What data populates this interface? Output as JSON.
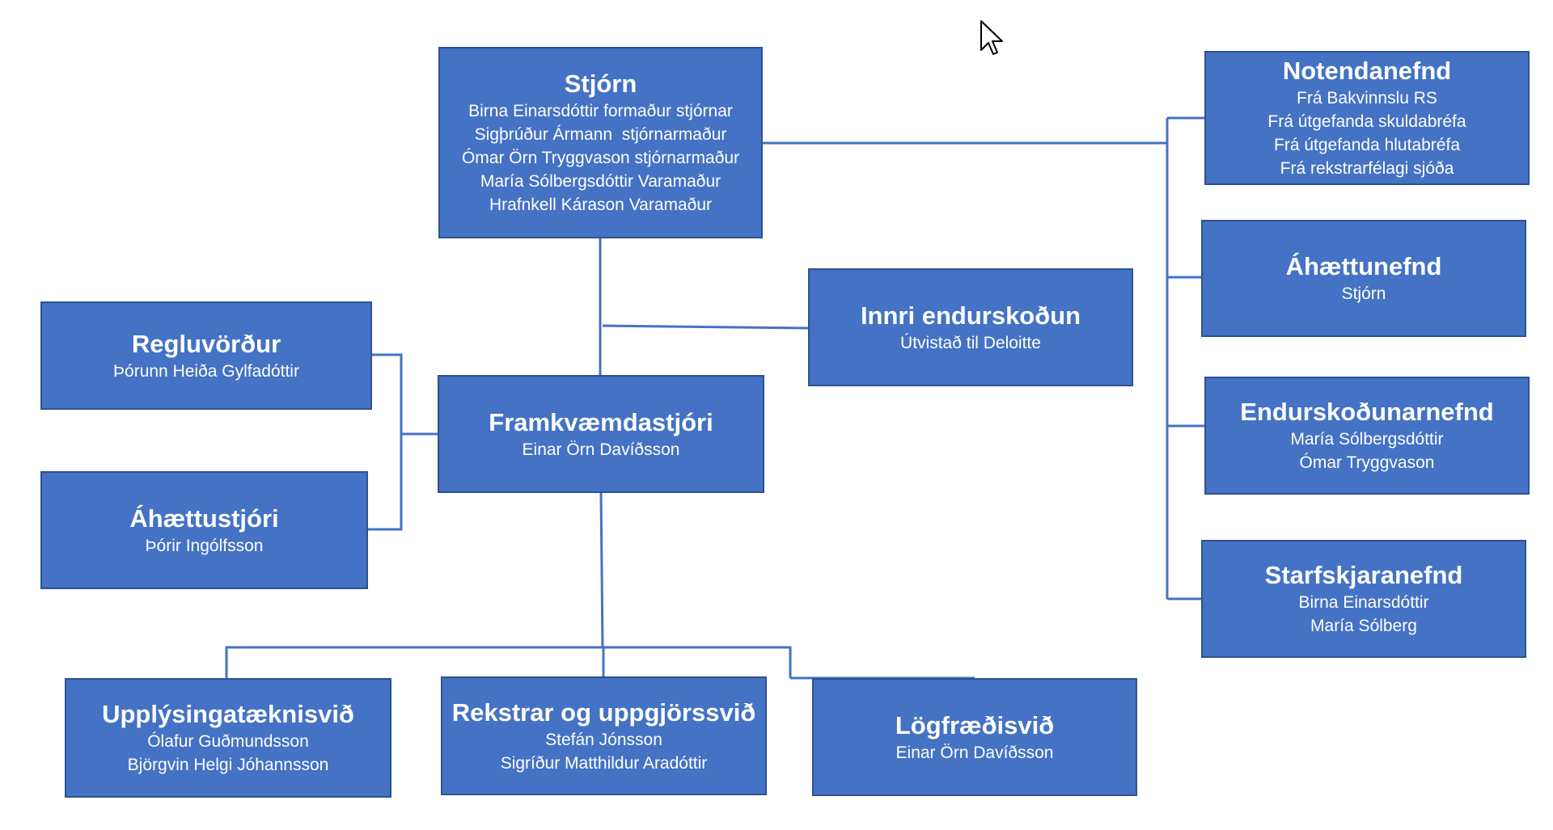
{
  "colors": {
    "box_fill": "#4472c4",
    "box_border": "#2f528f",
    "connector": "#4472c4",
    "text": "#ffffff"
  },
  "nodes": {
    "stjorn": {
      "title": "Stjórn",
      "lines": [
        "Birna Einarsdóttir formaður stjórnar",
        "Sigþrúður Ármann  stjórnarmaður",
        "Ómar Örn Tryggvason stjórnarmaður",
        "María Sólbergsdóttir Varamaður",
        "Hrafnkell Kárason Varamaður"
      ]
    },
    "notendanefnd": {
      "title": "Notendanefnd",
      "lines": [
        "Frá Bakvinnslu RS",
        "Frá útgefanda skuldabréfa",
        "Frá útgefanda hlutabréfa",
        "Frá rekstrarfélagi sjóða"
      ]
    },
    "ahaettunefnd": {
      "title": "Áhættunefnd",
      "lines": [
        "Stjórn"
      ]
    },
    "endurskodunarnefnd": {
      "title": "Endurskoðunarnefnd",
      "lines": [
        "María Sólbergsdóttir",
        "Ómar Tryggvason"
      ]
    },
    "starfskjaranefnd": {
      "title": "Starfskjaranefnd",
      "lines": [
        "Birna Einarsdóttir",
        "María Sólberg"
      ]
    },
    "innri": {
      "title": "Innri endurskoðun",
      "lines": [
        "Útvistað til Deloitte"
      ]
    },
    "reglu": {
      "title": "Regluvörður",
      "lines": [
        "Þórunn Heiða Gylfadóttir"
      ]
    },
    "framkvaemda": {
      "title": "Framkvæmdastjóri",
      "lines": [
        "Einar Örn Davíðsson"
      ]
    },
    "ahaettustjori": {
      "title": "Áhættustjóri",
      "lines": [
        "Þórir Ingólfsson"
      ]
    },
    "upplysinga": {
      "title": "Upplýsingatæknisvið",
      "lines": [
        "Ólafur Guðmundsson",
        "Björgvin Helgi Jóhannsson"
      ]
    },
    "rekstrar": {
      "title": "Rekstrar og uppgjörssvið",
      "lines": [
        "Stefán Jónsson",
        "Sigríður Matthildur Aradóttir"
      ]
    },
    "logfraedi": {
      "title": "Lögfræðisvið",
      "lines": [
        "Einar Örn Davíðsson"
      ]
    }
  },
  "icons": {
    "cursor": "mouse-pointer-icon"
  }
}
